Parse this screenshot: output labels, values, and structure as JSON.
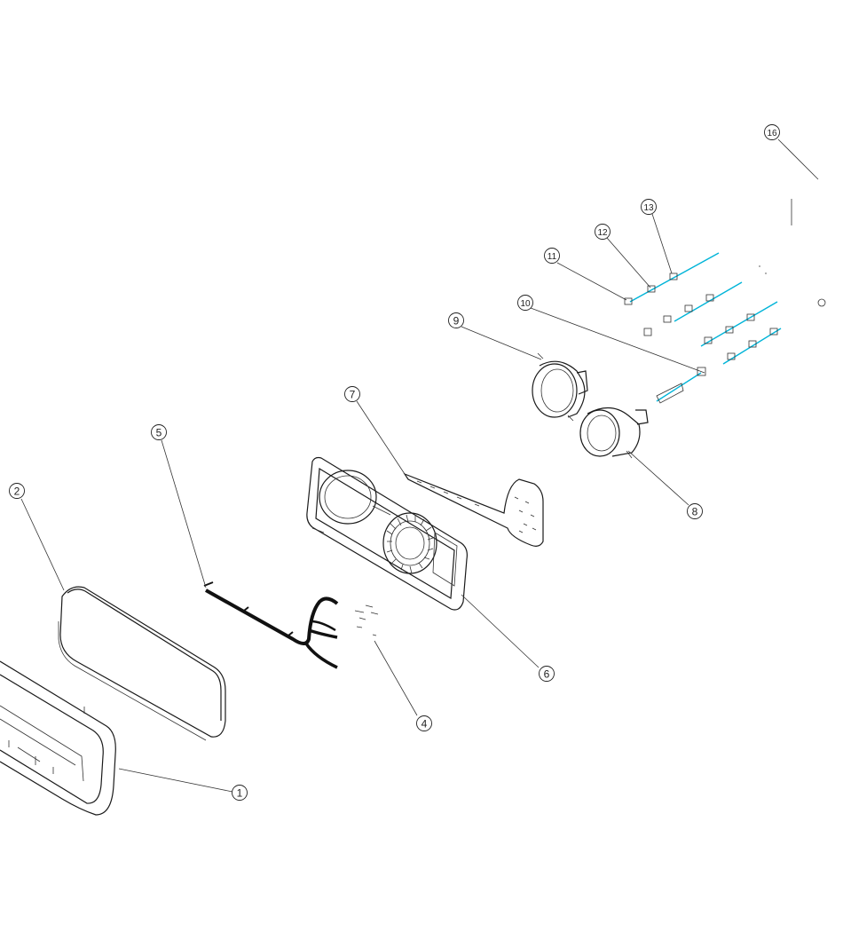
{
  "diagram": {
    "labels": [
      "1",
      "2",
      "4",
      "5",
      "6",
      "7",
      "8",
      "9",
      "10",
      "11",
      "12",
      "13",
      "16"
    ]
  },
  "colors": {
    "line": "#1a1a1a",
    "connector": "#00b4d8",
    "background": "#ffffff"
  }
}
